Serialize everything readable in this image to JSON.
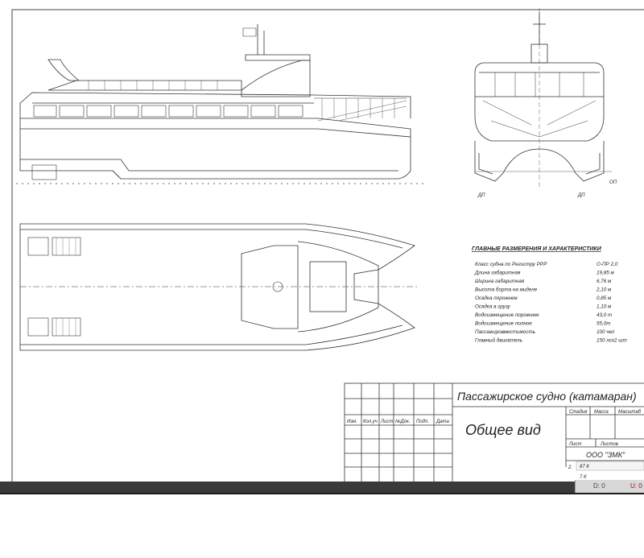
{
  "title_block": {
    "project_title": "Пассажирское судно (катамаран)",
    "drawing_name": "Общее вид",
    "organization": "ООО \"ЗМК\"",
    "col_stage": "Стадия",
    "col_mass": "Масса",
    "col_scale": "Масштаб",
    "sheet_label": "Лист",
    "sheets_label": "Листов",
    "rev_headers": [
      "Изм.",
      "Кол.уч",
      "Лист",
      "№Док.",
      "Подп.",
      "Дата"
    ],
    "tooltip_row1": "87 К",
    "tooltip_prefix": "2.",
    "tooltip_row2": "7 К"
  },
  "specs": {
    "heading": "ГЛАВНЫЕ РАЗМЕРЕНИЯ И ХАРАКТЕРИСТИКИ",
    "rows": [
      {
        "label": "Класс судна по Регистру РРР",
        "value": "О-ПР 2,0"
      },
      {
        "label": "Длина габаритная",
        "value": "19,85 м"
      },
      {
        "label": "Ширина габаритная",
        "value": "6,76 м"
      },
      {
        "label": "Высота борта на миделе",
        "value": "2,10 м"
      },
      {
        "label": "Осадка порожнем",
        "value": "0,85 м"
      },
      {
        "label": "Осадка в грузу",
        "value": "1,10 м"
      },
      {
        "label": "Водоизмещение порожнем",
        "value": "43,0 т"
      },
      {
        "label": "Водоизмещение полное",
        "value": "55,0т"
      },
      {
        "label": "Пассажировместимость",
        "value": "100 чел"
      },
      {
        "label": "Главный двигатель",
        "value": "150 лсх2 шт"
      }
    ]
  },
  "labels": {
    "waterline_left": "ДП",
    "waterline_mid": "ДП",
    "waterline_right": "ОП"
  },
  "status": {
    "d_value": "D: 0",
    "u_value": "U: 0"
  },
  "colors": {
    "background": "#ffffff",
    "line": "#333333",
    "status_bar": "#3a3a3a",
    "u_value": "#c00000"
  }
}
